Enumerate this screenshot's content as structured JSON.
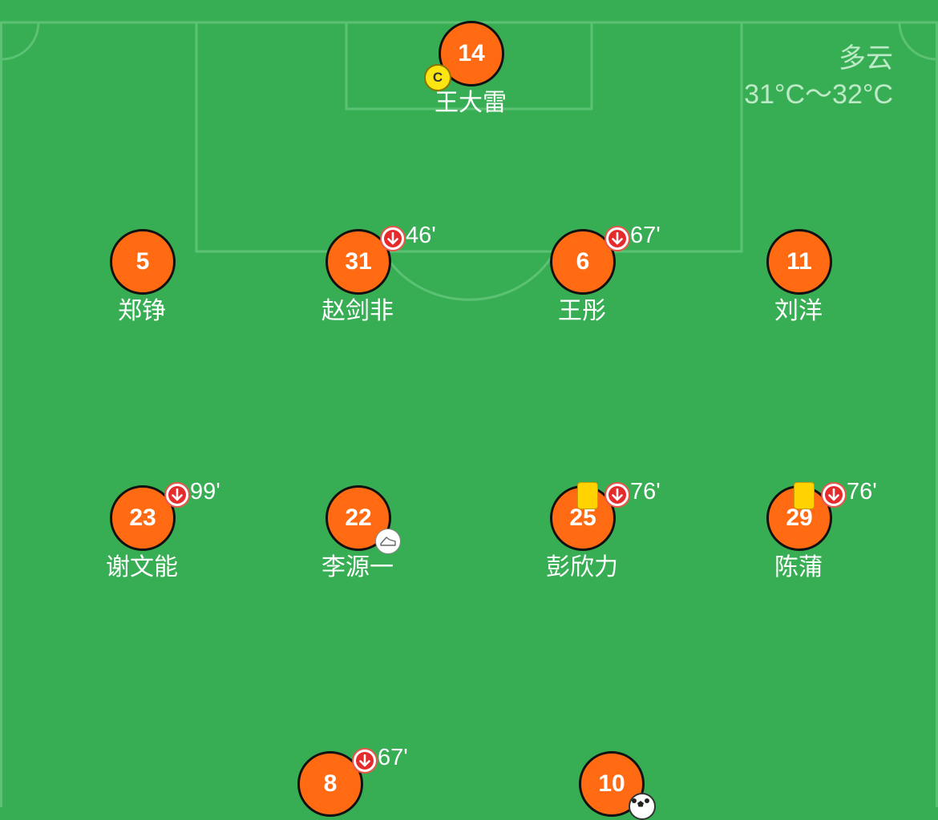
{
  "weather": {
    "condition": "多云",
    "temperature": "31°C～32°C"
  },
  "colors": {
    "pitch": "#37ad54",
    "player_disc": "#ff6a13",
    "yellow_card": "#ffd200",
    "sub_off": "#e52b2b"
  },
  "players": [
    {
      "number": "14",
      "name": "王大雷",
      "captain": "C"
    },
    {
      "number": "5",
      "name": "郑铮"
    },
    {
      "number": "31",
      "name": "赵剑非",
      "sub_time": "46'"
    },
    {
      "number": "6",
      "name": "王彤",
      "sub_time": "67'"
    },
    {
      "number": "11",
      "name": "刘洋"
    },
    {
      "number": "23",
      "name": "谢文能",
      "sub_time": "99'"
    },
    {
      "number": "22",
      "name": "李源一",
      "icon": "boot-icon"
    },
    {
      "number": "25",
      "name": "彭欣力",
      "sub_time": "76'",
      "card": "yellow"
    },
    {
      "number": "29",
      "name": "陈蒲",
      "sub_time": "76'",
      "card": "yellow"
    },
    {
      "number": "8",
      "name": "",
      "sub_time": "67'"
    },
    {
      "number": "10",
      "name": "",
      "icon": "goal-ball-icon"
    }
  ]
}
